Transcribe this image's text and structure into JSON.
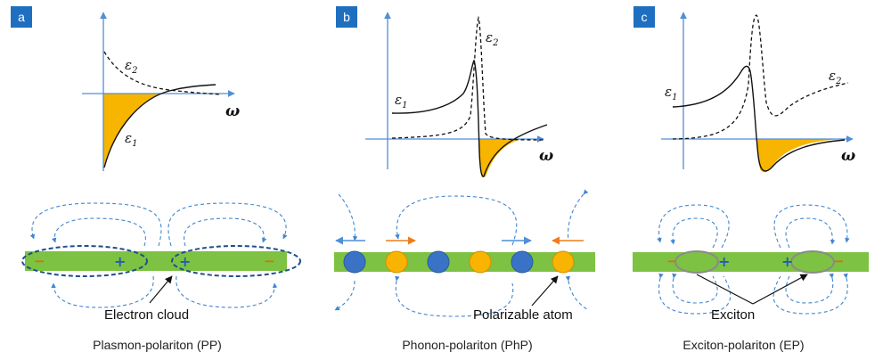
{
  "panels": [
    {
      "label": "a",
      "caption": "Plasmon-polariton (PP)",
      "callout": "Electron cloud",
      "eps1": "ε",
      "eps1_sub": "1",
      "eps2": "ε",
      "eps2_sub": "2",
      "omega": "ω",
      "charges": [
        "−",
        "+",
        "+",
        "−"
      ]
    },
    {
      "label": "b",
      "caption": "Phonon-polariton (PhP)",
      "callout": "Polarizable atom",
      "eps1": "ε",
      "eps1_sub": "1",
      "eps2": "ε",
      "eps2_sub": "2",
      "omega": "ω"
    },
    {
      "label": "c",
      "caption": "Exciton-polariton (EP)",
      "callout": "Exciton",
      "eps1": "ε",
      "eps1_sub": "1",
      "eps2": "ε",
      "eps2_sub": "2",
      "omega": "ω",
      "charges": [
        "−",
        "+",
        "+",
        "−"
      ]
    }
  ],
  "colors": {
    "label_bg": "#1f6fc0",
    "axis": "#4f8fd6",
    "fill": "#f7b500",
    "layer": "#7dc242",
    "dashed": "#3f86d1",
    "atom_blue": "#3a73c6",
    "atom_orange": "#f8b400",
    "arrow_orange": "#f07b1a",
    "charge": "#e06b10",
    "plus": "#1f5fb0",
    "exciton": "#8a8a8a"
  }
}
